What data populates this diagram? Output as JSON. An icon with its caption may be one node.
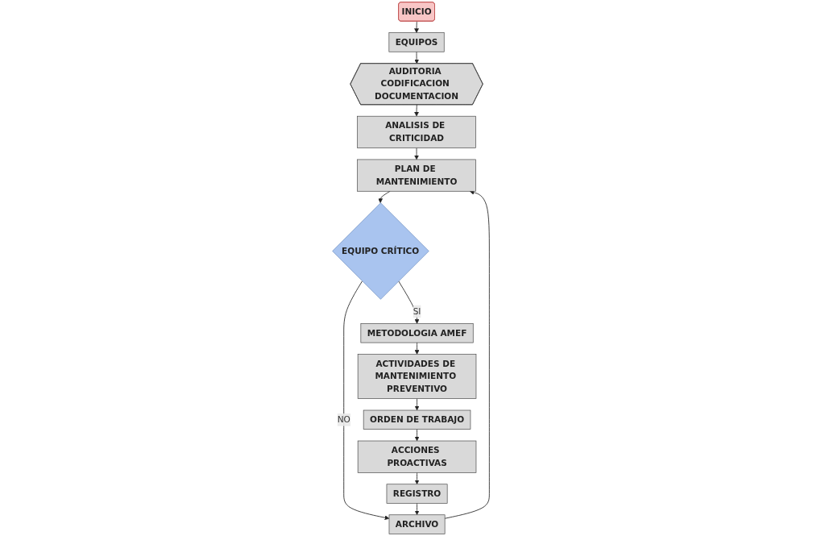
{
  "diagram": {
    "nodes": [
      {
        "text": [
          "INICIO"
        ]
      },
      {
        "text": [
          "EQUIPOS"
        ]
      },
      {
        "text": [
          "AUDITORIA CODIFICACION DOCUMENTACION"
        ]
      },
      {
        "text": [
          "ANALISIS DE CRITICIDAD"
        ]
      },
      {
        "text": [
          "ARCHIVO"
        ]
      },
      {
        "text": [
          "PLAN DE MANTENIMIENTO"
        ]
      },
      {
        "text": [
          "EQUIPO CRÍTICO"
        ]
      },
      {
        "text": [
          "REGISTRO"
        ]
      },
      {
        "text": [
          "METODOLOGIA AMEF"
        ]
      },
      {
        "text": [
          "ACCIONES PROACTIVAS"
        ]
      },
      {
        "text": [
          "ORDEN DE TRABAJO"
        ]
      },
      {
        "text": [
          "ACTIVIDADES DE MANTENIMIENTO PREVENTIVO"
        ]
      }
    ],
    "edges": [
      {
        "from": 0,
        "to": 1,
        "arrow": "to"
      },
      {
        "from": 1,
        "to": 2,
        "arrow": "to"
      },
      {
        "from": 2,
        "to": 3,
        "arrow": "to"
      },
      {
        "from": 3,
        "to": 5,
        "arrow": "to"
      },
      {
        "from": 4,
        "to": 5,
        "arrow": "to"
      },
      {
        "from": 5,
        "to": 6,
        "arrow": "to"
      },
      {
        "from": 6,
        "to": 4,
        "arrow": "to",
        "label": "NO"
      },
      {
        "from": 7,
        "to": 4,
        "arrow": "to"
      },
      {
        "from": 6,
        "to": 8,
        "arrow": "to",
        "label": "SI"
      },
      {
        "from": 8,
        "to": 11,
        "arrow": "to"
      },
      {
        "from": 11,
        "to": 10,
        "arrow": "to"
      },
      {
        "from": 10,
        "to": 9,
        "arrow": "to"
      },
      {
        "from": 9,
        "to": 7,
        "arrow": "to"
      }
    ]
  }
}
